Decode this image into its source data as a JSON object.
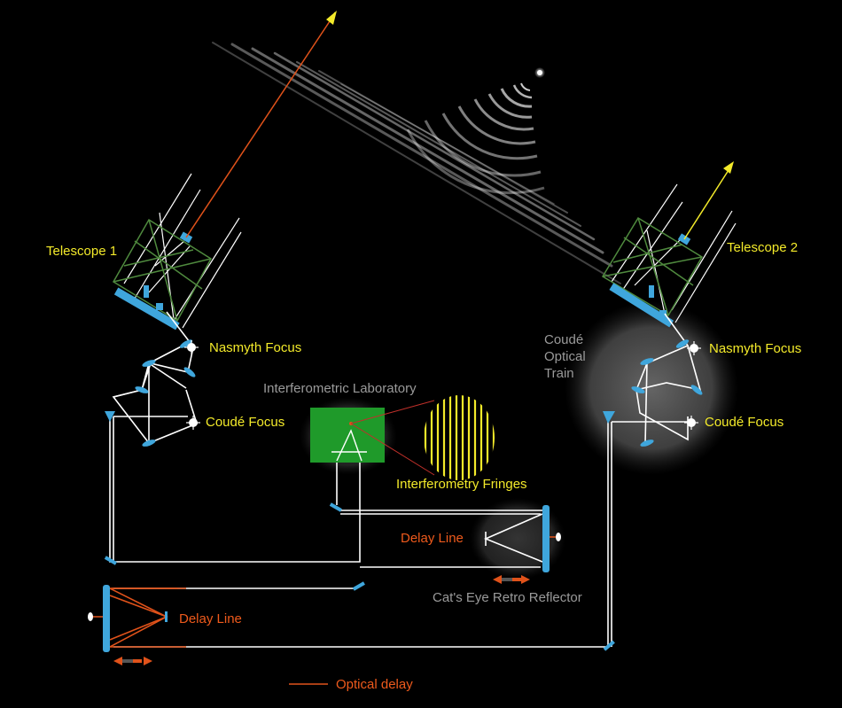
{
  "labels": {
    "telescope_1": "Telescope 1",
    "telescope_2": "Telescope 2",
    "nasmyth_focus_1": "Nasmyth Focus",
    "nasmyth_focus_2": "Nasmyth Focus",
    "coude_focus_1": "Coudé Focus",
    "coude_focus_2": "Coudé Focus",
    "coude_optical_train": [
      "Coudé",
      "Optical",
      "Train"
    ],
    "interferometric_laboratory": "Interferometric Laboratory",
    "interferometry_fringes": "Interferometry  Fringes",
    "delay_line_upper": "Delay Line",
    "delay_line_lower": "Delay Line",
    "cats_eye": "Cat's Eye Retro Reflector",
    "optical_delay_legend": "Optical delay"
  },
  "colors": {
    "background": "#000000",
    "beam": "#ffffff",
    "delay": "#e0521a",
    "mirror": "#3fa6dc",
    "label_yellow": "#f3ea2a",
    "label_gray": "#9a9a9a",
    "label_orange": "#ee5a1c",
    "lab_green": "#1f9a2a",
    "truss_green": "#4f8a3e",
    "star": "#ffffff"
  }
}
